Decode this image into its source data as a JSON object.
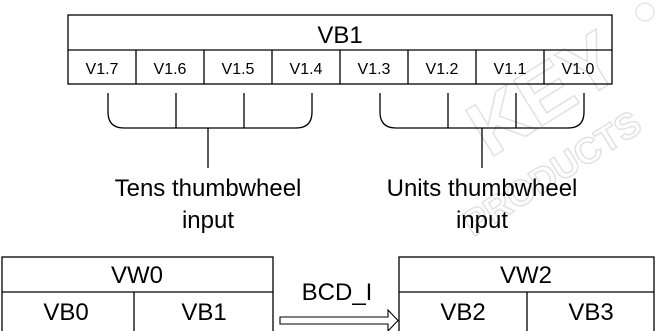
{
  "watermark": {
    "brand_text": "KEY",
    "sub_text": "PRODUCTS"
  },
  "register_top": {
    "title": "VB1",
    "bits": [
      "V1.7",
      "V1.6",
      "V1.5",
      "V1.4",
      "V1.3",
      "V1.2",
      "V1.1",
      "V1.0"
    ]
  },
  "groups": {
    "tens_line1": "Tens thumbwheel",
    "tens_line2": "input",
    "units_line1": "Units thumbwheel",
    "units_line2": "input"
  },
  "bottom": {
    "left_word": "VW0",
    "left_bytes": [
      "VB0",
      "VB1"
    ],
    "operation": "BCD_I",
    "right_word": "VW2",
    "right_bytes": [
      "VB2",
      "VB3"
    ]
  },
  "colors": {
    "line": "#000000",
    "watermark": "#c9c9c9"
  }
}
